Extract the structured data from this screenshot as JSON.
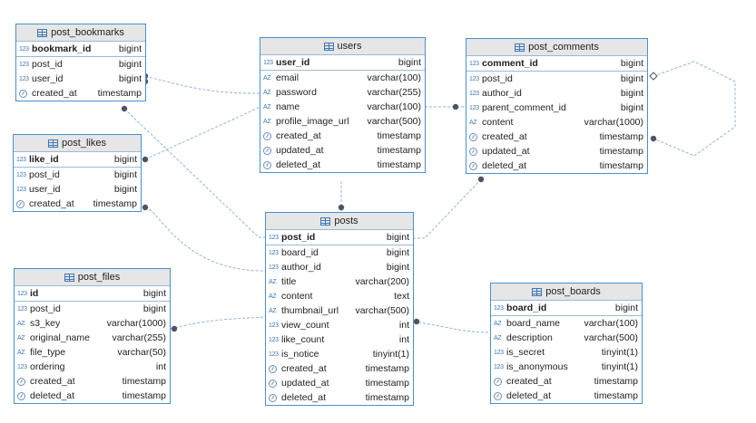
{
  "tables": {
    "post_bookmarks": {
      "name": "post_bookmarks",
      "pk": {
        "icon": "123",
        "name": "bookmark_id",
        "type": "bigint"
      },
      "columns": [
        {
          "icon": "123",
          "name": "post_id",
          "type": "bigint"
        },
        {
          "icon": "123",
          "name": "user_id",
          "type": "bigint"
        },
        {
          "icon": "clock",
          "name": "created_at",
          "type": "timestamp"
        }
      ]
    },
    "users": {
      "name": "users",
      "pk": {
        "icon": "123",
        "name": "user_id",
        "type": "bigint"
      },
      "columns": [
        {
          "icon": "AZ",
          "name": "email",
          "type": "varchar(100)"
        },
        {
          "icon": "AZ",
          "name": "password",
          "type": "varchar(255)"
        },
        {
          "icon": "AZ",
          "name": "name",
          "type": "varchar(100)"
        },
        {
          "icon": "AZ",
          "name": "profile_image_url",
          "type": "varchar(500)"
        },
        {
          "icon": "clock",
          "name": "created_at",
          "type": "timestamp"
        },
        {
          "icon": "clock",
          "name": "updated_at",
          "type": "timestamp"
        },
        {
          "icon": "clock",
          "name": "deleted_at",
          "type": "timestamp"
        }
      ]
    },
    "post_comments": {
      "name": "post_comments",
      "pk": {
        "icon": "123",
        "name": "comment_id",
        "type": "bigint"
      },
      "columns": [
        {
          "icon": "123",
          "name": "post_id",
          "type": "bigint"
        },
        {
          "icon": "123",
          "name": "author_id",
          "type": "bigint"
        },
        {
          "icon": "123",
          "name": "parent_comment_id",
          "type": "bigint"
        },
        {
          "icon": "AZ",
          "name": "content",
          "type": "varchar(1000)"
        },
        {
          "icon": "clock",
          "name": "created_at",
          "type": "timestamp"
        },
        {
          "icon": "clock",
          "name": "updated_at",
          "type": "timestamp"
        },
        {
          "icon": "clock",
          "name": "deleted_at",
          "type": "timestamp"
        }
      ]
    },
    "post_likes": {
      "name": "post_likes",
      "pk": {
        "icon": "123",
        "name": "like_id",
        "type": "bigint"
      },
      "columns": [
        {
          "icon": "123",
          "name": "post_id",
          "type": "bigint"
        },
        {
          "icon": "123",
          "name": "user_id",
          "type": "bigint"
        },
        {
          "icon": "clock",
          "name": "created_at",
          "type": "timestamp"
        }
      ]
    },
    "posts": {
      "name": "posts",
      "pk": {
        "icon": "123",
        "name": "post_id",
        "type": "bigint"
      },
      "columns": [
        {
          "icon": "123",
          "name": "board_id",
          "type": "bigint"
        },
        {
          "icon": "123",
          "name": "author_id",
          "type": "bigint"
        },
        {
          "icon": "AZ",
          "name": "title",
          "type": "varchar(200)"
        },
        {
          "icon": "AZ",
          "name": "content",
          "type": "text"
        },
        {
          "icon": "AZ",
          "name": "thumbnail_url",
          "type": "varchar(500)"
        },
        {
          "icon": "123",
          "name": "view_count",
          "type": "int"
        },
        {
          "icon": "123",
          "name": "like_count",
          "type": "int"
        },
        {
          "icon": "123",
          "name": "is_notice",
          "type": "tinyint(1)"
        },
        {
          "icon": "clock",
          "name": "created_at",
          "type": "timestamp"
        },
        {
          "icon": "clock",
          "name": "updated_at",
          "type": "timestamp"
        },
        {
          "icon": "clock",
          "name": "deleted_at",
          "type": "timestamp"
        }
      ]
    },
    "post_files": {
      "name": "post_files",
      "pk": {
        "icon": "123",
        "name": "id",
        "type": "bigint"
      },
      "columns": [
        {
          "icon": "123",
          "name": "post_id",
          "type": "bigint"
        },
        {
          "icon": "AZ",
          "name": "s3_key",
          "type": "varchar(1000)"
        },
        {
          "icon": "AZ",
          "name": "original_name",
          "type": "varchar(255)"
        },
        {
          "icon": "AZ",
          "name": "file_type",
          "type": "varchar(50)"
        },
        {
          "icon": "123",
          "name": "ordering",
          "type": "int"
        },
        {
          "icon": "clock",
          "name": "created_at",
          "type": "timestamp"
        },
        {
          "icon": "clock",
          "name": "deleted_at",
          "type": "timestamp"
        }
      ]
    },
    "post_boards": {
      "name": "post_boards",
      "pk": {
        "icon": "123",
        "name": "board_id",
        "type": "bigint"
      },
      "columns": [
        {
          "icon": "AZ",
          "name": "board_name",
          "type": "varchar(100)"
        },
        {
          "icon": "AZ",
          "name": "description",
          "type": "varchar(500)"
        },
        {
          "icon": "123",
          "name": "is_secret",
          "type": "tinyint(1)"
        },
        {
          "icon": "123",
          "name": "is_anonymous",
          "type": "tinyint(1)"
        },
        {
          "icon": "clock",
          "name": "created_at",
          "type": "timestamp"
        },
        {
          "icon": "clock",
          "name": "deleted_at",
          "type": "timestamp"
        }
      ]
    }
  },
  "colors": {
    "border": "#4a8fd0",
    "header": "#e6e6e6",
    "wire": "#8fb3d9",
    "endpoint": "#4a5666"
  }
}
